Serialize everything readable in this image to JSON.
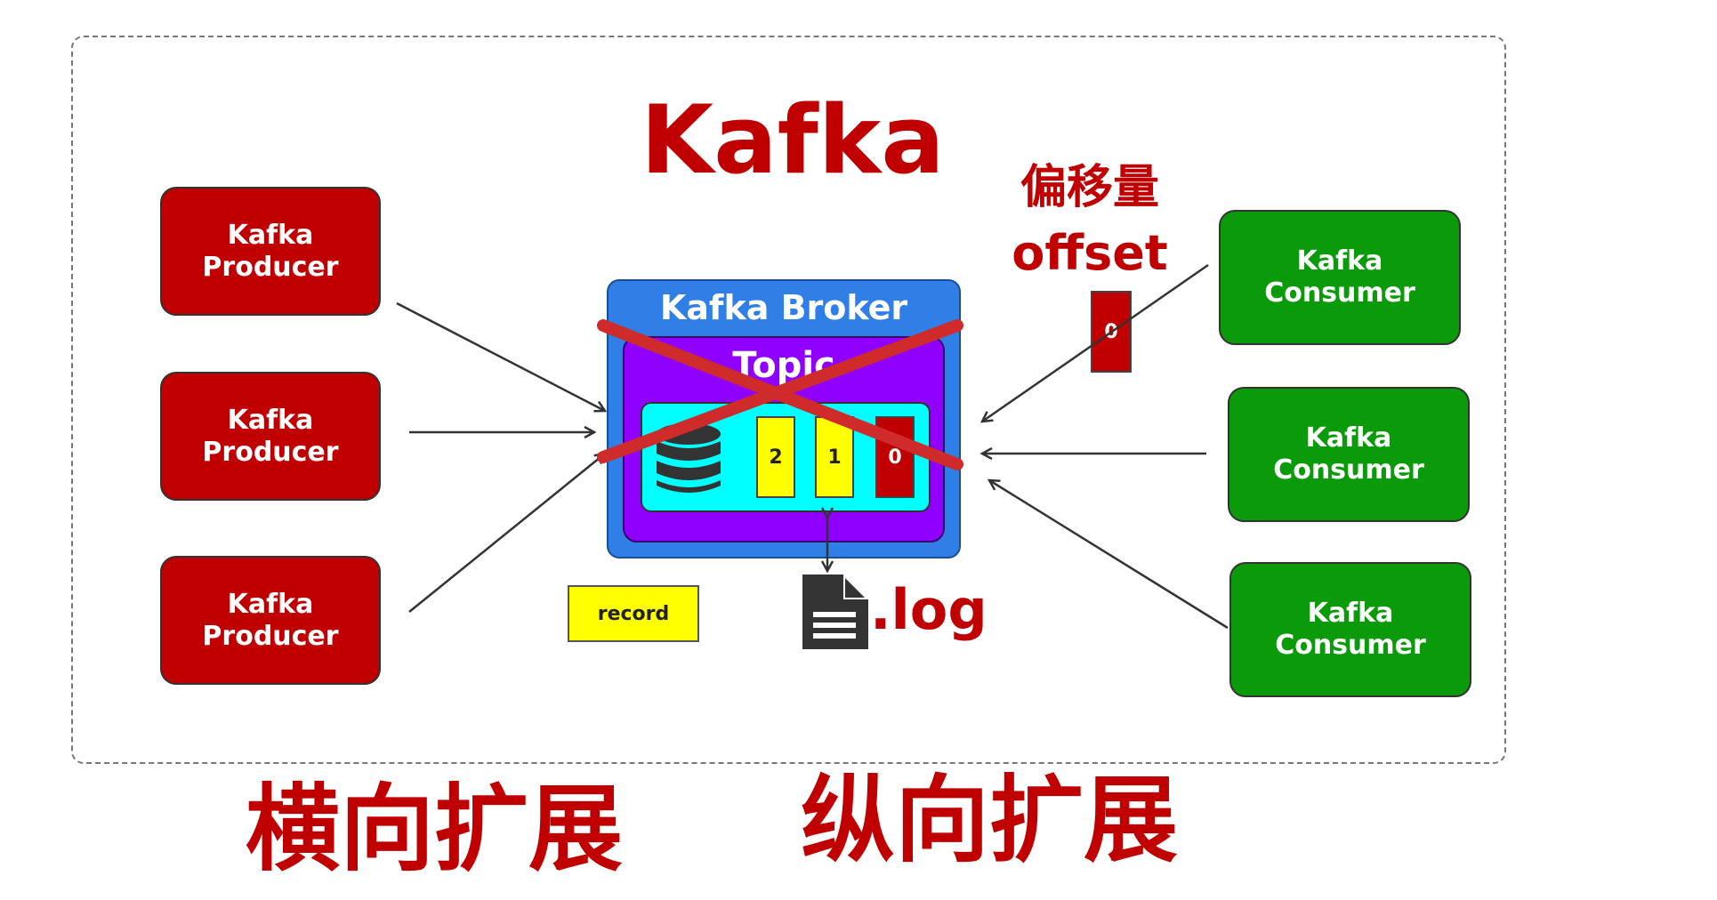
{
  "title": "Kafka",
  "producers": [
    {
      "line1": "Kafka",
      "line2": "Producer"
    },
    {
      "line1": "Kafka",
      "line2": "Producer"
    },
    {
      "line1": "Kafka",
      "line2": "Producer"
    }
  ],
  "consumers": [
    {
      "line1": "Kafka",
      "line2": "Consumer"
    },
    {
      "line1": "Kafka",
      "line2": "Consumer"
    },
    {
      "line1": "Kafka",
      "line2": "Consumer"
    }
  ],
  "broker": {
    "label": "Kafka Broker",
    "topic_label": "Topic",
    "messages": [
      "2",
      "1",
      "0"
    ]
  },
  "offset": {
    "label_cn": "偏移量",
    "label_en": "offset",
    "value": "0"
  },
  "record_label": "record",
  "log_label": ".log",
  "bottom": {
    "left": "横向扩展",
    "right": "纵向扩展"
  },
  "colors": {
    "red": "#c00000",
    "green": "#0a9a0a",
    "broker_blue": "#2f7fe6",
    "topic_purple": "#8f00ff",
    "partition_cyan": "#00ffff",
    "message_yellow": "#ffff00",
    "cross": "#d02b2b"
  },
  "icons": [
    "database-icon",
    "file-icon",
    "cross-out-mark"
  ]
}
